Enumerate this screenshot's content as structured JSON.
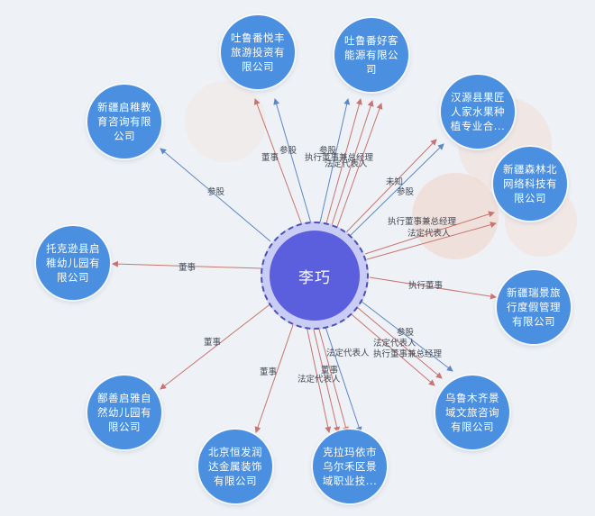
{
  "center": {
    "name": "李巧"
  },
  "nodes": [
    {
      "id": "n1",
      "text": "吐鲁番悦丰\n旅游投资有\n限公司"
    },
    {
      "id": "n2",
      "text": "吐鲁番好客\n能源有限公\n司"
    },
    {
      "id": "n3",
      "text": "新疆启稚教\n育咨询有限\n公司"
    },
    {
      "id": "n4",
      "text": "汉源县果匠\n人家水果种\n植专业合..."
    },
    {
      "id": "n5",
      "text": "新疆森林北\n网络科技有\n限公司"
    },
    {
      "id": "n6",
      "text": "托克逊县启\n稚幼儿园有\n限公司"
    },
    {
      "id": "n7",
      "text": "新疆瑞景旅\n行度假管理\n有限公司"
    },
    {
      "id": "n8",
      "text": "鄯善启雅自\n然幼儿园有\n限公司"
    },
    {
      "id": "n9",
      "text": "乌鲁木齐景\n域文旅咨询\n有限公司"
    },
    {
      "id": "n10",
      "text": "北京恒发润\n达金属装饰\n有限公司"
    },
    {
      "id": "n11",
      "text": "克拉玛依市\n乌尔禾区景\n域职业技..."
    }
  ],
  "edge_labels": {
    "l1": "董事",
    "l2": "参股",
    "l3": "执行董事兼总经理",
    "l4": "法定代表人",
    "l5": "参股",
    "l6": "未知",
    "l7": "参股",
    "l8": "执行董事兼总经理",
    "l9": "法定代表人",
    "l10": "董事",
    "l11": "执行董事",
    "l12": "参股",
    "l13": "法定代表人",
    "l14": "法定代表人",
    "l15": "执行董事兼总经理",
    "l16": "董事",
    "l17": "董事",
    "l18": "法定代表人",
    "l19": "董事",
    "l20": "参股"
  }
}
